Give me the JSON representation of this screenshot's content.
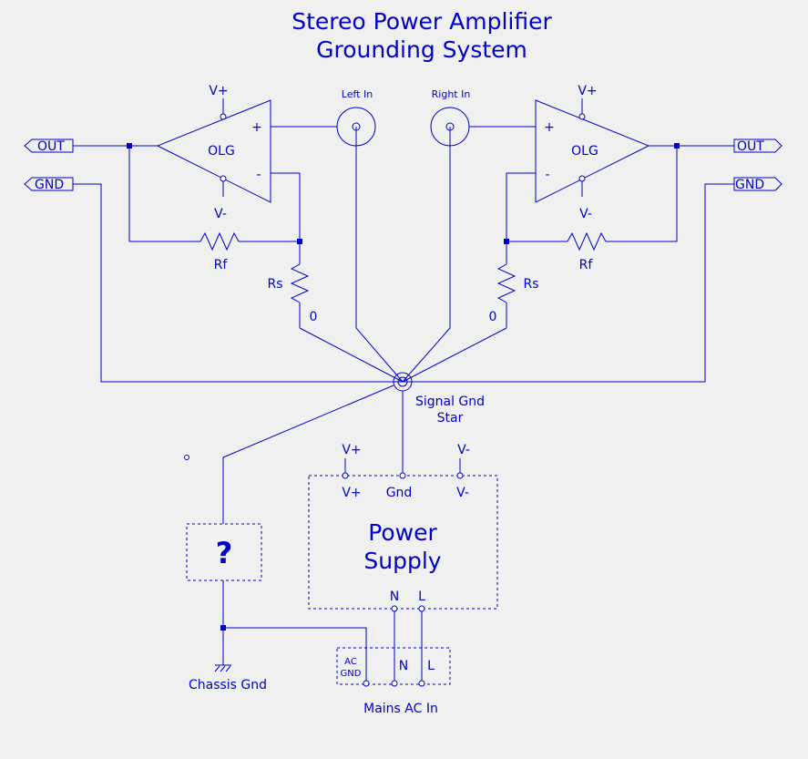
{
  "title": [
    "Stereo Power Amplifier",
    "Grounding System"
  ],
  "amp_left": {
    "label": "OLG",
    "vplus": "V+",
    "vminus": "V-",
    "plus": "+",
    "minus": "-",
    "rf": "Rf",
    "rs": "Rs",
    "node": "0"
  },
  "amp_right": {
    "label": "OLG",
    "vplus": "V+",
    "vminus": "V-",
    "plus": "+",
    "minus": "-",
    "rf": "Rf",
    "rs": "Rs",
    "node": "0"
  },
  "ports": {
    "out": "OUT",
    "gnd": "GND"
  },
  "inputs": {
    "left": "Left In",
    "right": "Right In"
  },
  "star": [
    "Signal Gnd",
    "Star"
  ],
  "psu": {
    "rail_pos": "V+",
    "rail_neg": "V-",
    "pin_pos": "V+",
    "pin_gnd": "Gnd",
    "pin_neg": "V-",
    "title": [
      "Power",
      "Supply"
    ],
    "pin_n": "N",
    "pin_l": "L"
  },
  "unknown": "?",
  "chassis": "Chassis Gnd",
  "mains": {
    "label": "Mains AC In",
    "ac_gnd": [
      "AC",
      "GND"
    ],
    "n": "N",
    "l": "L"
  },
  "colors": {
    "ink": "#0000cc",
    "background": "#f0f0f0"
  }
}
